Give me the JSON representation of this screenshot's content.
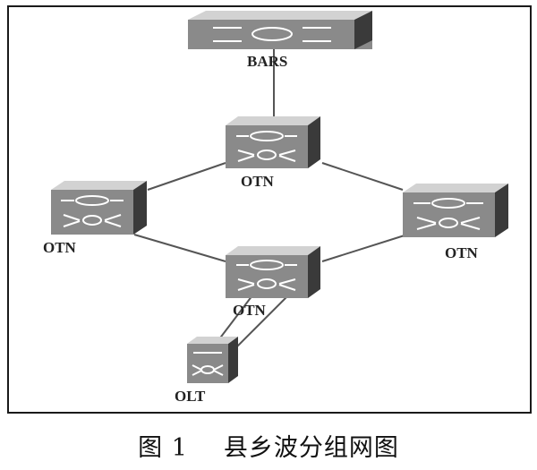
{
  "nodes": {
    "bars": {
      "label": "BARS"
    },
    "otn_top": {
      "label": "OTN"
    },
    "otn_left": {
      "label": "OTN"
    },
    "otn_right": {
      "label": "OTN"
    },
    "otn_bottom": {
      "label": "OTN"
    },
    "olt": {
      "label": "OLT"
    }
  },
  "links": [
    {
      "from": "bars",
      "to": "otn_top"
    },
    {
      "from": "otn_top",
      "to": "otn_left"
    },
    {
      "from": "otn_top",
      "to": "otn_right"
    },
    {
      "from": "otn_left",
      "to": "otn_bottom"
    },
    {
      "from": "otn_right",
      "to": "otn_bottom"
    },
    {
      "from": "otn_bottom",
      "to": "olt"
    },
    {
      "from": "otn_bottom",
      "to": "olt"
    }
  ],
  "caption": {
    "figure": "图 1",
    "text": "县乡波分组网图"
  },
  "colors": {
    "device_top": "#d2d2d2",
    "device_front": "#8a8a8a",
    "device_side": "#3a3a3a",
    "link": "#555555"
  },
  "icons": {
    "router_glyph": "router-icon",
    "switch_glyph": "switch-icon"
  }
}
